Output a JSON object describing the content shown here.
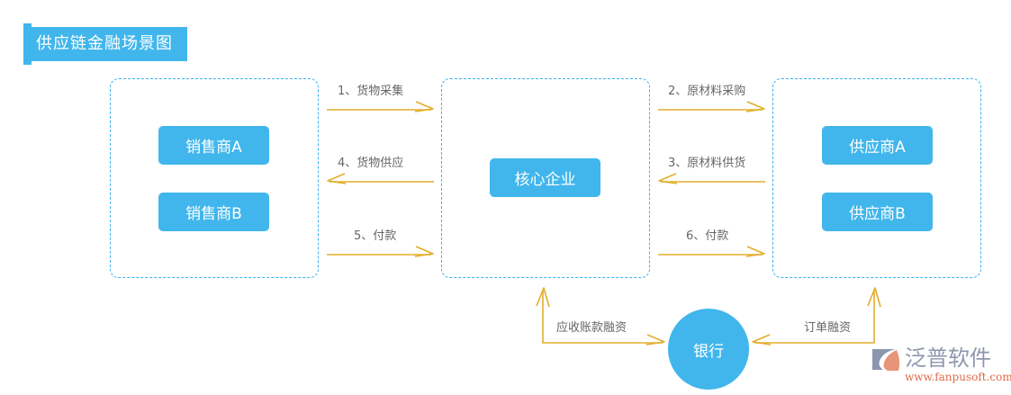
{
  "header": {
    "title": "供应链金融场景图",
    "accent_color": "#41b6ec"
  },
  "colors": {
    "node_blue": "#41b6ec",
    "panel_dash": "#3bb3ef",
    "arrow_gold": "#e3ad2b",
    "label_gray": "#666666",
    "logo_gray": "#8d96ad",
    "logo_orange": "#e06a4a"
  },
  "panels": {
    "sellers": {
      "name": "销售商",
      "nodes": [
        {
          "label": "销售商A"
        },
        {
          "label": "销售商B"
        }
      ]
    },
    "core": {
      "name": "核心企业",
      "nodes": [
        {
          "label": "核心企业"
        }
      ]
    },
    "suppliers": {
      "name": "供应商",
      "nodes": [
        {
          "label": "供应商A"
        },
        {
          "label": "供应商B"
        }
      ]
    }
  },
  "bank": {
    "label": "银行"
  },
  "flows": [
    {
      "id": "flow-1",
      "label": "1、货物采集",
      "direction": "right",
      "between": "sellers-to-core"
    },
    {
      "id": "flow-4",
      "label": "4、货物供应",
      "direction": "left",
      "between": "core-to-sellers"
    },
    {
      "id": "flow-5",
      "label": "5、付款",
      "direction": "right",
      "between": "sellers-to-core"
    },
    {
      "id": "flow-2",
      "label": "2、原材料采购",
      "direction": "right",
      "between": "core-to-suppliers"
    },
    {
      "id": "flow-3",
      "label": "3、原材料供货",
      "direction": "left",
      "between": "suppliers-to-core"
    },
    {
      "id": "flow-6",
      "label": "6、付款",
      "direction": "right",
      "between": "core-to-suppliers"
    }
  ],
  "financing": [
    {
      "id": "financing-receivable",
      "label": "应收账款融资",
      "from": "bank",
      "to": "core"
    },
    {
      "id": "financing-order",
      "label": "订单融资",
      "from": "bank",
      "to": "suppliers"
    }
  ],
  "logo": {
    "brand": "泛普软件",
    "url": "www.fanpusoft.com"
  }
}
